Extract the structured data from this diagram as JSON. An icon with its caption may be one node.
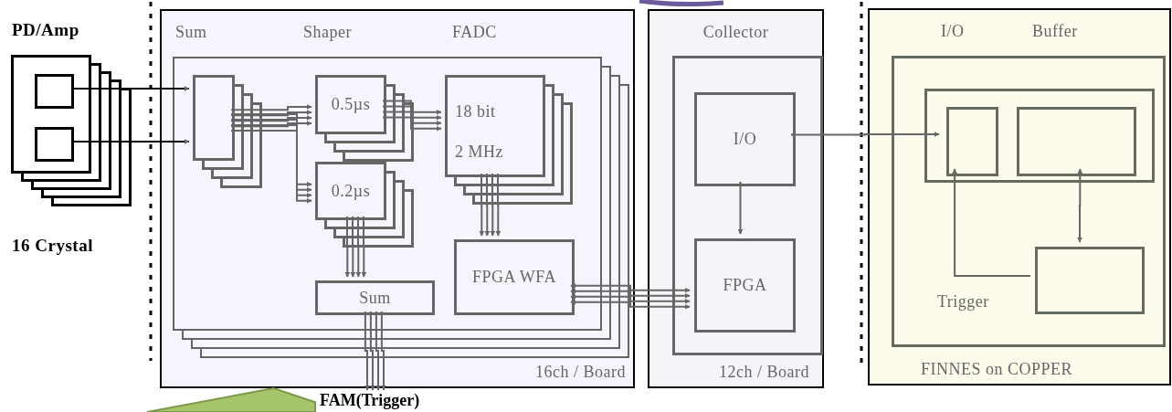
{
  "diagram": {
    "nodes": [
      {
        "text": [
          "PD/Amp"
        ],
        "beside": [
          "16 Crystal"
        ]
      },
      {
        "text": [],
        "shape": "box",
        "in": 0
      },
      {
        "text": [],
        "shape": "box",
        "in": 0
      },
      {
        "text": [
          "Sum",
          "Shaper",
          "FADC",
          "16ch / Board"
        ]
      },
      {
        "text": [],
        "shape": "box",
        "in": 3
      },
      {
        "text": [],
        "shape": "box",
        "in": 4
      },
      {
        "text": [
          "0.5µs"
        ],
        "in": 4
      },
      {
        "text": [
          "0.2µs"
        ],
        "in": 4
      },
      {
        "text": [
          "18 bit",
          "2 MHz"
        ],
        "in": 4
      },
      {
        "text": [
          "Sum"
        ],
        "in": 4
      },
      {
        "text": [
          "FPGA WFA"
        ],
        "in": 4
      },
      {
        "text": [
          "Collector",
          "12ch / Board"
        ]
      },
      {
        "text": [],
        "shape": "box",
        "in": 11
      },
      {
        "text": [
          "I/O"
        ],
        "in": 12
      },
      {
        "text": [
          "FPGA"
        ],
        "in": 12
      },
      {
        "text": [
          "I/O",
          "Buffer",
          "FINNES on COPPER"
        ]
      },
      {
        "text": [],
        "shape": "box",
        "in": 15
      },
      {
        "text": [],
        "shape": "box",
        "in": 16
      },
      {
        "text": [],
        "shape": "box",
        "in": 17
      },
      {
        "text": [],
        "shape": "box",
        "in": 17
      },
      {
        "text": [],
        "shape": "box",
        "in": 16,
        "beside": [
          "Trigger"
        ]
      },
      {
        "text": [
          "FAM(Trigger)"
        ]
      },
      {
        "text": [],
        "shape": "callout"
      }
    ],
    "edges": [
      {
        "from": 1,
        "to": 5,
        "arrow": "to",
        "color": "#000000"
      },
      {
        "from": 2,
        "to": 5,
        "arrow": "to",
        "color": "#000000"
      },
      {
        "from": 5,
        "to": 6,
        "arrow": "to"
      },
      {
        "from": 5,
        "to": 7,
        "arrow": "to"
      },
      {
        "from": 6,
        "to": 8,
        "arrow": "to"
      },
      {
        "from": 7,
        "to": 9,
        "arrow": "to"
      },
      {
        "from": 8,
        "to": 10,
        "arrow": "to"
      },
      {
        "from": 9,
        "to": 21,
        "arrow": "to"
      },
      {
        "from": 14,
        "to": 10,
        "arrow": "both"
      },
      {
        "from": 13,
        "to": 14,
        "arrow": "both"
      },
      {
        "from": 13,
        "to": 18,
        "arrow": "both"
      },
      {
        "from": 20,
        "to": 18,
        "arrow": "to"
      },
      {
        "from": 20,
        "to": 19,
        "arrow": "both"
      }
    ]
  }
}
